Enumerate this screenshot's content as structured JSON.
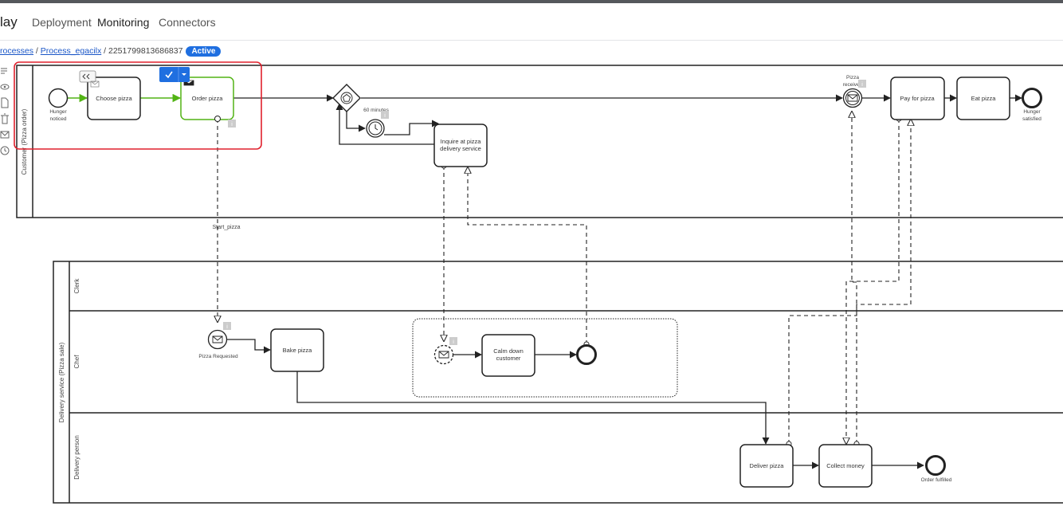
{
  "header": {
    "app_title": "lay",
    "nav": [
      "Deployment",
      "Monitoring",
      "Connectors"
    ],
    "active_nav": "Monitoring"
  },
  "breadcrumb": {
    "processes": "rocesses",
    "sep1": " / ",
    "process": "Process_egacilx",
    "sep2": " / ",
    "instance": "2251799813686837",
    "status": "Active"
  },
  "diagram": {
    "customer_pool": "Customer (Pizza order)",
    "delivery_pool": "Delivery service (Pizza sale)",
    "lanes": {
      "clerk": "Clerk",
      "chef": "Chef",
      "person": "Delivery person"
    },
    "events": {
      "hunger_1": "Hunger",
      "hunger_2": "noticed",
      "timer": "60 minutes",
      "pizza_received_1": "Pizza",
      "pizza_received_2": "received",
      "satisfied_1": "Hunger",
      "satisfied_2": "satisfied",
      "pizza_requested": "Pizza Requested",
      "order_fulfilled": "Order fulfilled"
    },
    "tasks": {
      "choose": "Choose pizza",
      "order": "Order pizza",
      "inquire_1": "Inquire at pizza",
      "inquire_2": "delivery service",
      "pay": "Pay for pizza",
      "eat": "Eat pizza",
      "bake": "Bake pizza",
      "calm_1": "Calm down",
      "calm_2": "customer",
      "deliver": "Deliver pizza",
      "collect": "Collect money"
    },
    "message_label": "Start_pizza"
  },
  "colors": {
    "accent": "#1f6fe0",
    "selection": "#e0212d",
    "completed": "#52b415"
  }
}
